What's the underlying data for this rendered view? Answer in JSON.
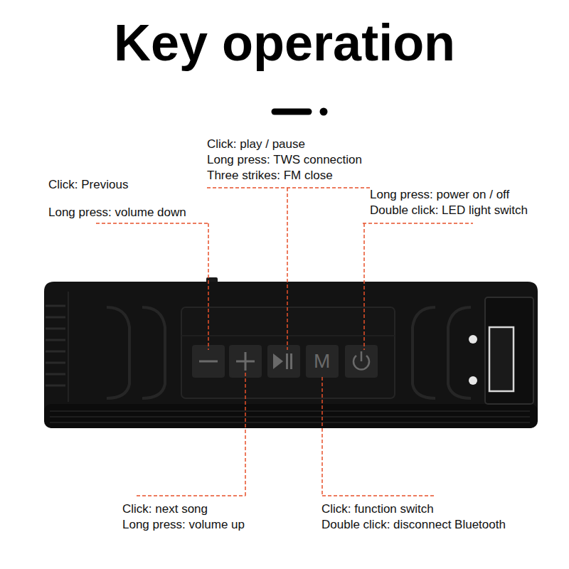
{
  "diagram": {
    "title": "Key operation",
    "labels": [
      "Click: play / pause",
      "Long press: TWS connection",
      "Three strikes: FM close",
      "Click: Previous",
      "Long press: volume down",
      "Long press: power on / off",
      "Double click: LED light switch",
      "Click: next song",
      "Long press: volume up",
      "Click: function switch",
      "Double click: disconnect Bluetooth",
      "M"
    ]
  }
}
